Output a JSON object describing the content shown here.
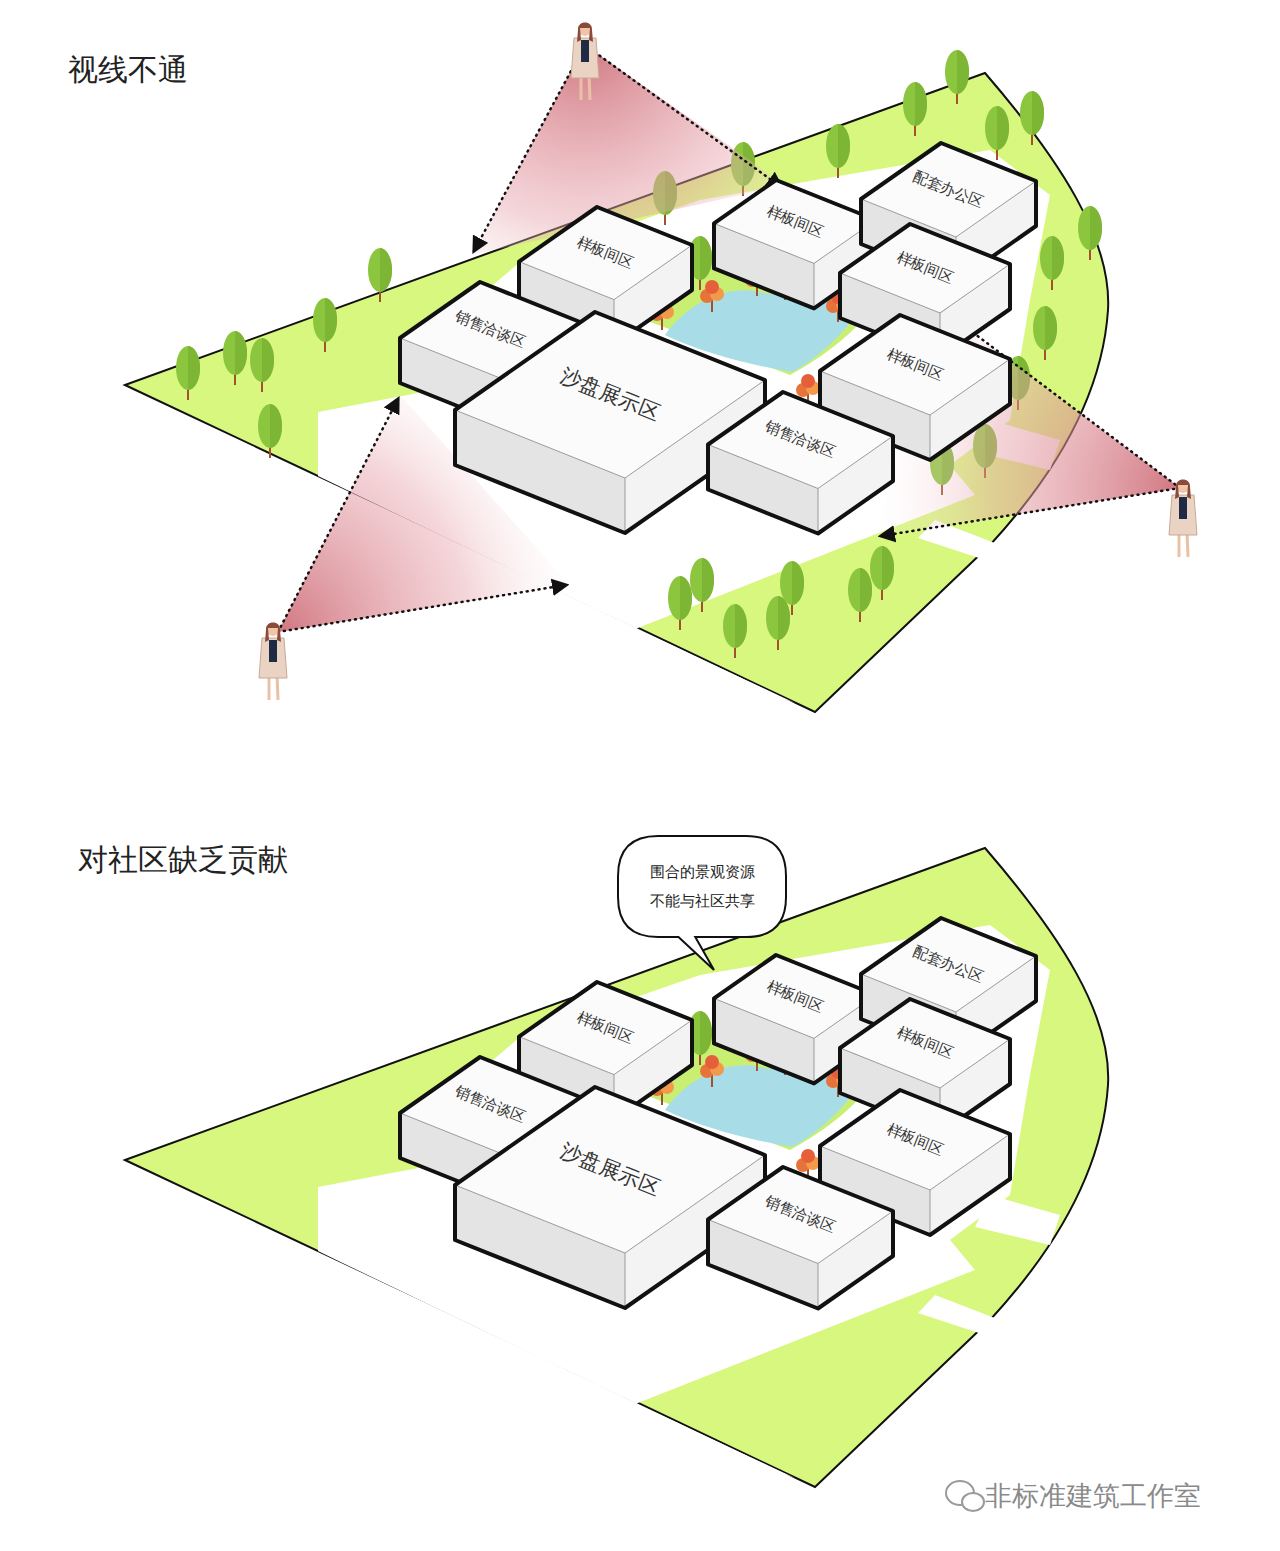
{
  "diagram": {
    "title": "视线不通",
    "nodes": [
      {
        "text": [
          "样板间区"
        ]
      },
      {
        "text": [
          "样板间区"
        ]
      },
      {
        "text": [
          "配套办公区"
        ]
      },
      {
        "text": [
          "样板间区"
        ]
      },
      {
        "text": [
          "销售洽谈区"
        ]
      },
      {
        "text": [
          "沙盘展示区"
        ]
      },
      {
        "text": [
          "样板间区"
        ]
      },
      {
        "text": [
          "销售洽谈区"
        ]
      },
      {
        "text": [
          "围合的景观资源 不能与社区共享"
        ]
      },
      {
        "text": [
          "样板间区"
        ]
      },
      {
        "text": [
          "样板间区"
        ]
      },
      {
        "text": [
          "配套办公区"
        ]
      },
      {
        "text": [
          "样板间区"
        ]
      },
      {
        "text": [
          "销售洽谈区"
        ]
      },
      {
        "text": [
          "沙盘展示区"
        ]
      },
      {
        "text": [
          "样板间区"
        ]
      },
      {
        "text": [
          "销售洽谈区"
        ]
      }
    ],
    "labels": [
      "对社区缺乏贡献",
      "非标准建筑工作室"
    ]
  }
}
